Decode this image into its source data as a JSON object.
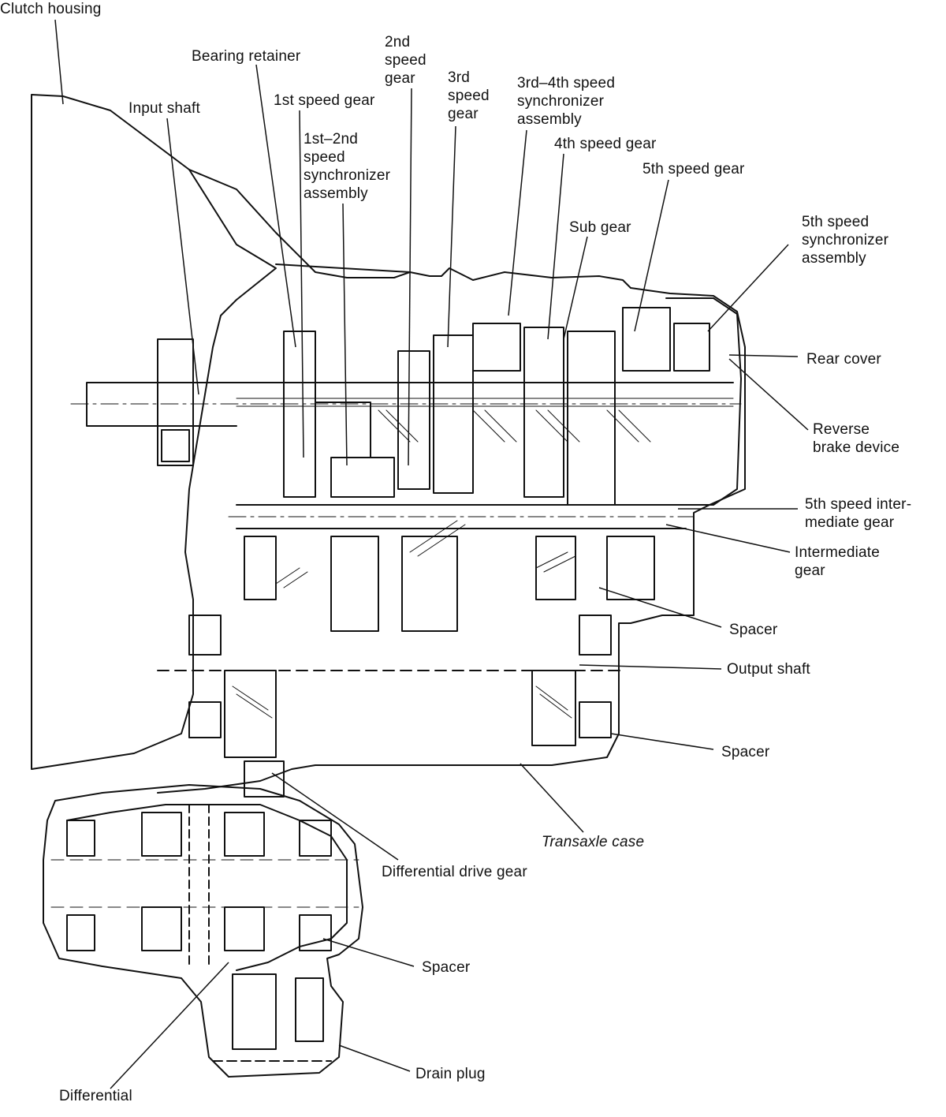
{
  "figure": {
    "labels": {
      "clutch_housing": "Clutch housing",
      "bearing_retainer": "Bearing retainer",
      "input_shaft": "Input shaft",
      "first_speed_gear": "1st speed gear",
      "second_speed_gear": "2nd\nspeed\ngear",
      "third_speed_gear": "3rd\nspeed\ngear",
      "first_second_sync": "1st–2nd\nspeed\nsynchronizer\nassembly",
      "third_fourth_sync": "3rd–4th speed\nsynchronizer\nassembly",
      "fourth_speed_gear": "4th speed gear",
      "fifth_speed_gear": "5th speed gear",
      "sub_gear": "Sub gear",
      "fifth_sync": "5th speed\nsynchronizer\nassembly",
      "rear_cover": "Rear cover",
      "reverse_brake": "Reverse\nbrake device",
      "fifth_intermediate": "5th speed inter-\nmediate gear",
      "intermediate_gear": "Intermediate\ngear",
      "spacer_upper": "Spacer",
      "output_shaft": "Output shaft",
      "spacer_lower": "Spacer",
      "transaxle_case": "Transaxle case",
      "differential_drive_gear": "Differential drive gear",
      "spacer_diff": "Spacer",
      "drain_plug": "Drain plug",
      "differential": "Differential"
    }
  }
}
